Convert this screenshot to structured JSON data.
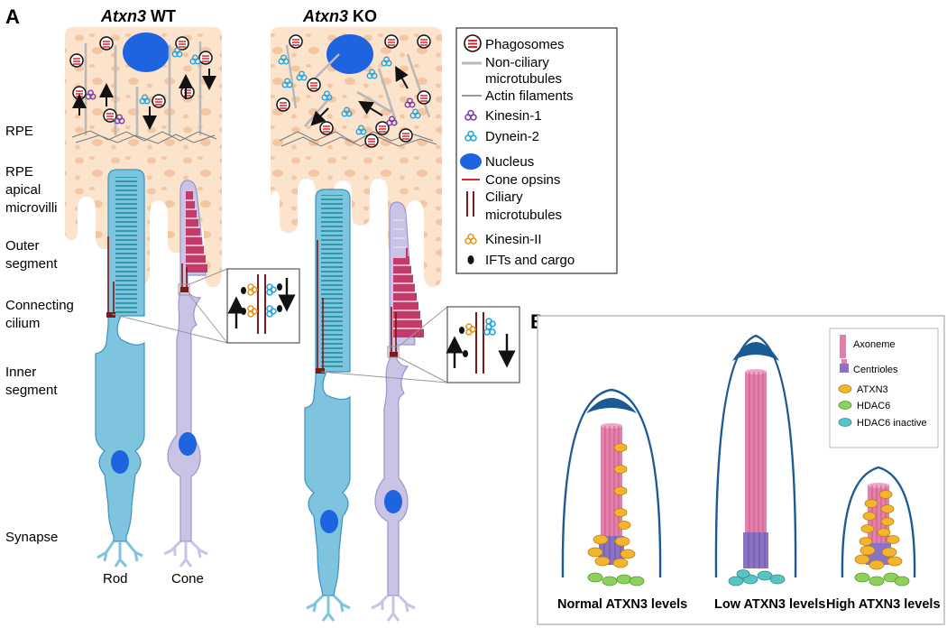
{
  "panel_a": {
    "letter": "A",
    "wt_gene": "Atxn3",
    "wt_suffix": " WT",
    "ko_gene": "Atxn3",
    "ko_suffix": " KO",
    "side_labels": {
      "rpe": "RPE",
      "microvilli_1": "RPE",
      "microvilli_2": "apical",
      "microvilli_3": "microvilli",
      "outer_1": "Outer",
      "outer_2": "segment",
      "conn_1": "Connecting",
      "conn_2": "cilium",
      "inner_1": "Inner",
      "inner_2": "segment",
      "synapse": "Synapse"
    },
    "rod_label": "Rod",
    "cone_label": "Cone",
    "legend": {
      "phagosomes": "Phagosomes",
      "nonciliary_1": "Non-ciliary",
      "nonciliary_2": "microtubules",
      "actin": "Actin filaments",
      "kinesin1": "Kinesin-1",
      "dynein2": "Dynein-2",
      "nucleus": "Nucleus",
      "cone_opsins": "Cone opsins",
      "ciliary_1": "Ciliary",
      "ciliary_2": "microtubules",
      "kinesin2": "Kinesin-II",
      "ifts": "IFTs and cargo"
    }
  },
  "panel_b": {
    "letter": "B",
    "legend": {
      "axoneme": "Axoneme",
      "centrioles": "Centrioles",
      "atxn3": "ATXN3",
      "hdac6": "HDAC6",
      "hdac6_inactive": "HDAC6 inactive"
    },
    "captions": {
      "normal": "Normal ATXN3 levels",
      "low": "Low ATXN3 levels",
      "high": "High ATXN3 levels"
    }
  },
  "colors": {
    "rpe": "#fbe3cc",
    "rpe_spot": "#f3c7a4",
    "rod": "#7fc4df",
    "rod_dark": "#3a93bd",
    "cone": "#c9c4e6",
    "cone_dark": "#9c94cc",
    "nucleus": "#1e63e0",
    "opsin": "#c43a6a",
    "ciliary": "#7a1a1a",
    "kinesin2": "#e8961e",
    "dynein": "#22a6e0",
    "axoneme": "#e47fab",
    "centriole": "#8a72c4",
    "atxn3": "#f2b52d",
    "hdac6": "#8fd05c",
    "hdac6_inactive": "#58c4c4",
    "cilium_arc": "#1b5a94"
  }
}
